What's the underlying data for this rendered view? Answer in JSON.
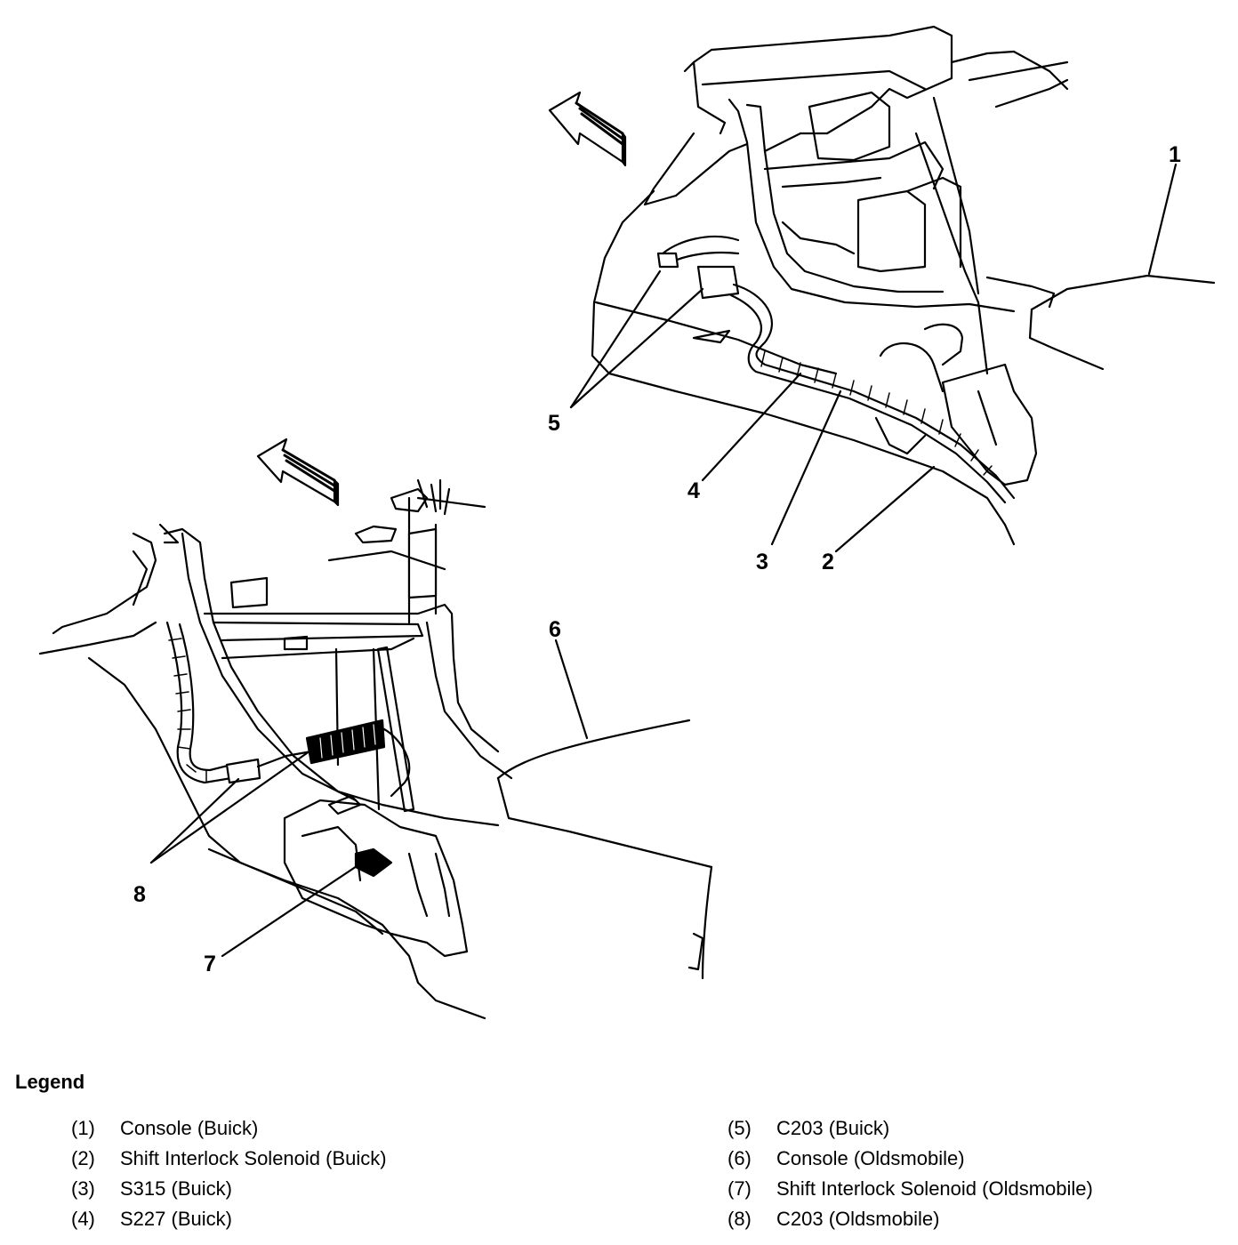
{
  "callouts": [
    "1",
    "2",
    "3",
    "4",
    "5",
    "6",
    "7",
    "8"
  ],
  "legend": {
    "title": "Legend",
    "left": [
      {
        "num": "(1)",
        "text": "Console (Buick)"
      },
      {
        "num": "(2)",
        "text": "Shift Interlock Solenoid (Buick)"
      },
      {
        "num": "(3)",
        "text": "S315 (Buick)"
      },
      {
        "num": "(4)",
        "text": "S227 (Buick)"
      }
    ],
    "right": [
      {
        "num": "(5)",
        "text": "C203 (Buick)"
      },
      {
        "num": "(6)",
        "text": "Console (Oldsmobile)"
      },
      {
        "num": "(7)",
        "text": "Shift Interlock Solenoid (Oldsmobile)"
      },
      {
        "num": "(8)",
        "text": "C203 (Oldsmobile)"
      }
    ]
  },
  "icons": [
    "front-direction-arrow-icon"
  ]
}
